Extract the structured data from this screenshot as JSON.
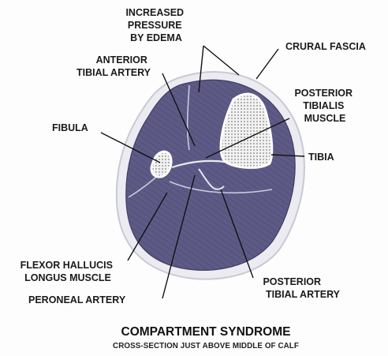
{
  "labels": {
    "increased_pressure": [
      "INCREASED",
      "PRESSURE",
      "BY EDEMA"
    ],
    "crural_fascia": "CRURAL FASCIA",
    "anterior_tibial_artery": [
      "ANTERIOR",
      "TIBIAL ARTERY"
    ],
    "posterior_tibialis_muscle": [
      "POSTERIOR",
      "TIBIALIS",
      "MUSCLE"
    ],
    "fibula": "FIBULA",
    "tibia": "TIBIA",
    "flexor_hallucis": [
      "FLEXOR HALLUCIS",
      "LONGUS MUSCLE"
    ],
    "peroneal_artery": "PERONEAL ARTERY",
    "posterior_tibial_artery": [
      "POSTERIOR",
      "TIBIAL ARTERY"
    ]
  },
  "caption": {
    "title": "COMPARTMENT SYNDROME",
    "subtitle": "CROSS-SECTION JUST ABOVE MIDDLE OF CALF"
  },
  "colors": {
    "muscle": "#5d5b86",
    "muscle_dark": "#3f3d63",
    "fascia": "#e6e6ee",
    "bone": "#f4f4f4",
    "bone_dots": "#9a9a9a",
    "ink": "#111111"
  }
}
